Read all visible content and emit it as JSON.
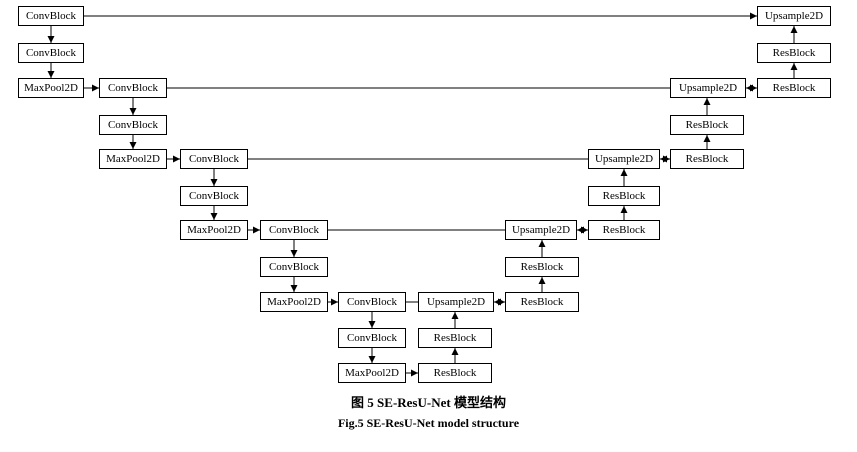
{
  "diagram": {
    "nodes": [
      {
        "id": "e1",
        "label": "ConvBlock"
      },
      {
        "id": "e2",
        "label": "ConvBlock"
      },
      {
        "id": "p1",
        "label": "MaxPool2D"
      },
      {
        "id": "e3",
        "label": "ConvBlock"
      },
      {
        "id": "e4",
        "label": "ConvBlock"
      },
      {
        "id": "p2",
        "label": "MaxPool2D"
      },
      {
        "id": "e5",
        "label": "ConvBlock"
      },
      {
        "id": "e6",
        "label": "ConvBlock"
      },
      {
        "id": "p3",
        "label": "MaxPool2D"
      },
      {
        "id": "e7",
        "label": "ConvBlock"
      },
      {
        "id": "e8",
        "label": "ConvBlock"
      },
      {
        "id": "p4",
        "label": "MaxPool2D"
      },
      {
        "id": "e9",
        "label": "ConvBlock"
      },
      {
        "id": "e10",
        "label": "ConvBlock"
      },
      {
        "id": "p5",
        "label": "MaxPool2D"
      },
      {
        "id": "b1",
        "label": "ResBlock"
      },
      {
        "id": "b2",
        "label": "ResBlock"
      },
      {
        "id": "u4",
        "label": "Upsample2D"
      },
      {
        "id": "r4",
        "label": "ResBlock"
      },
      {
        "id": "r4b",
        "label": "ResBlock"
      },
      {
        "id": "u3",
        "label": "Upsample2D"
      },
      {
        "id": "r3",
        "label": "ResBlock"
      },
      {
        "id": "r3b",
        "label": "ResBlock"
      },
      {
        "id": "u2",
        "label": "Upsample2D"
      },
      {
        "id": "r2",
        "label": "ResBlock"
      },
      {
        "id": "r2b",
        "label": "ResBlock"
      },
      {
        "id": "u1",
        "label": "Upsample2D"
      },
      {
        "id": "r1",
        "label": "ResBlock"
      },
      {
        "id": "r1b",
        "label": "ResBlock"
      },
      {
        "id": "u0",
        "label": "Upsample2D"
      }
    ],
    "edges": [
      [
        "e1",
        "e2"
      ],
      [
        "e2",
        "p1"
      ],
      [
        "p1",
        "e3"
      ],
      [
        "e3",
        "e4"
      ],
      [
        "e4",
        "p2"
      ],
      [
        "p2",
        "e5"
      ],
      [
        "e5",
        "e6"
      ],
      [
        "e6",
        "p3"
      ],
      [
        "p3",
        "e7"
      ],
      [
        "e7",
        "e8"
      ],
      [
        "e8",
        "p4"
      ],
      [
        "p4",
        "e9"
      ],
      [
        "e9",
        "e10"
      ],
      [
        "e10",
        "p5"
      ],
      [
        "p5",
        "b1"
      ],
      [
        "b1",
        "b2"
      ],
      [
        "b2",
        "u4"
      ],
      [
        "r4",
        "u4"
      ],
      [
        "r4",
        "r4b"
      ],
      [
        "r4b",
        "u3"
      ],
      [
        "r3",
        "u3"
      ],
      [
        "r3",
        "r3b"
      ],
      [
        "r3b",
        "u2"
      ],
      [
        "r2",
        "u2"
      ],
      [
        "r2",
        "r2b"
      ],
      [
        "r2b",
        "u1"
      ],
      [
        "r1",
        "u1"
      ],
      [
        "r1",
        "r1b"
      ],
      [
        "r1b",
        "u0"
      ],
      [
        "e9",
        "r4"
      ],
      [
        "e7",
        "r3"
      ],
      [
        "e5",
        "r2"
      ],
      [
        "e3",
        "r1"
      ],
      [
        "e1",
        "u0"
      ]
    ]
  },
  "caption": {
    "cn": "图 5    SE-ResU-Net 模型结构",
    "en": "Fig.5    SE-ResU-Net model structure"
  },
  "colors": {
    "stroke": "#000000",
    "fill": "#ffffff"
  }
}
